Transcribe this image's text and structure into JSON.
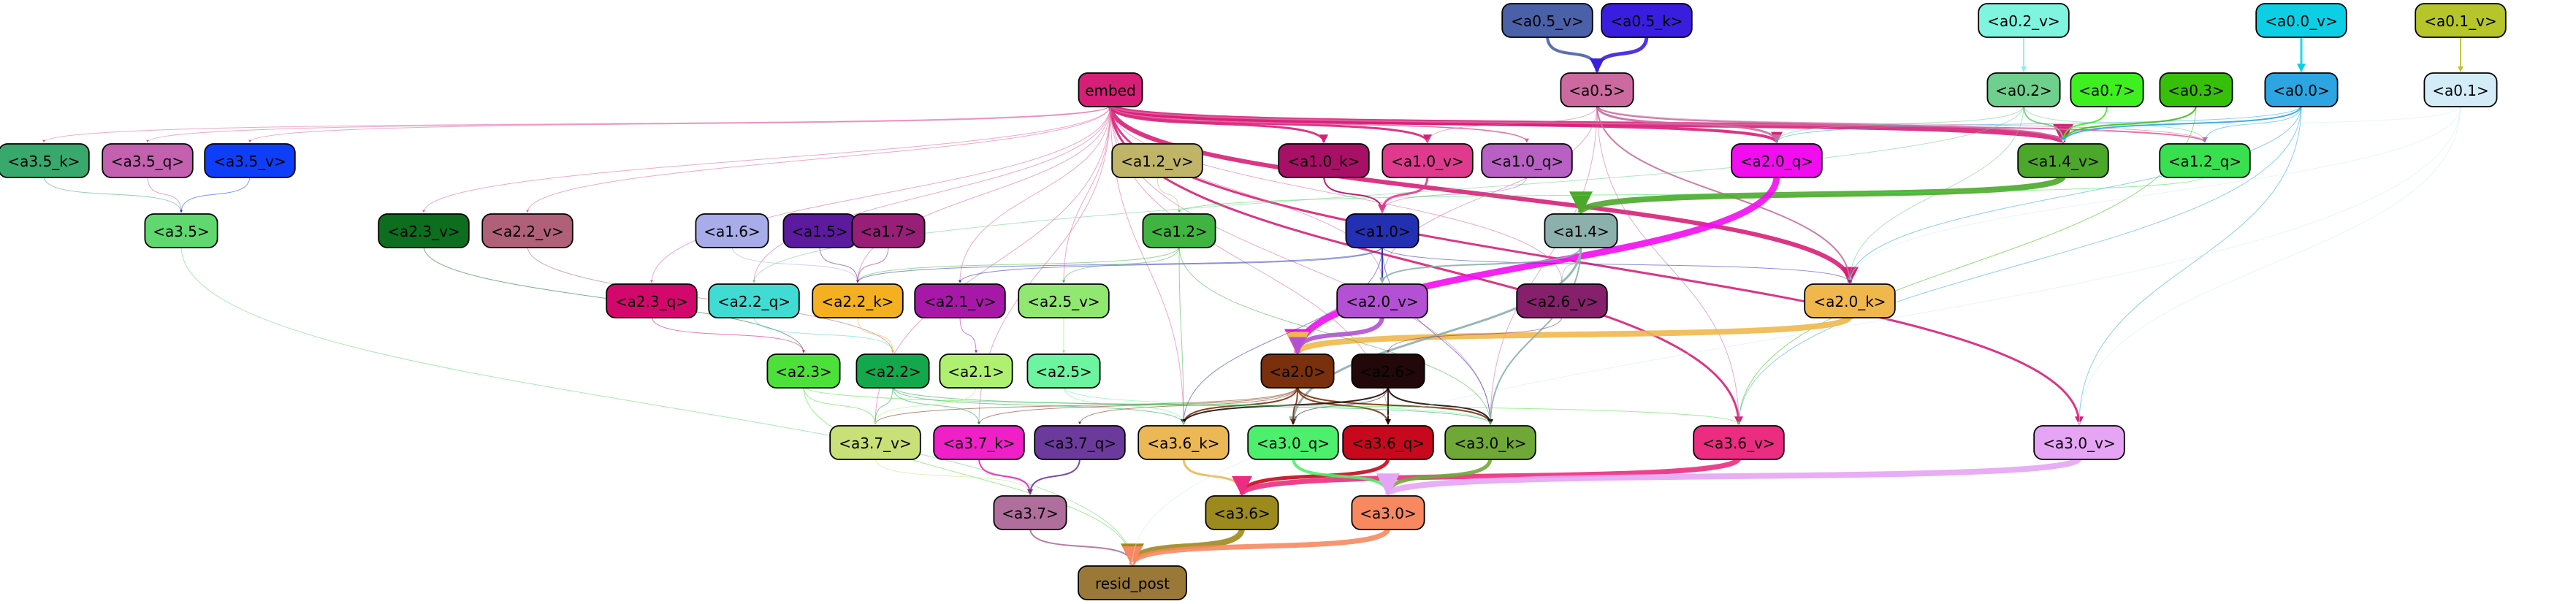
{
  "nodes": [
    {
      "id": "a0_5_v",
      "label": "<a0.5_v>",
      "color": "#4a60a8",
      "text": "#000000"
    },
    {
      "id": "a0_5_k",
      "label": "<a0.5_k>",
      "color": "#3a1ee0",
      "text": "#000000"
    },
    {
      "id": "a0_2_v",
      "label": "<a0.2_v>",
      "color": "#7ff5e0",
      "text": "#000000"
    },
    {
      "id": "a0_0_v",
      "label": "<a0.0_v>",
      "color": "#0ccfe6",
      "text": "#000000"
    },
    {
      "id": "a0_1_v",
      "label": "<a0.1_v>",
      "color": "#b5c52a",
      "text": "#000000"
    },
    {
      "id": "embed",
      "label": "embed",
      "color": "#d81f78",
      "text": "#000000"
    },
    {
      "id": "a0_5",
      "label": "<a0.5>",
      "color": "#cc6aa0",
      "text": "#000000"
    },
    {
      "id": "a0_2",
      "label": "<a0.2>",
      "color": "#6fcf8c",
      "text": "#000000"
    },
    {
      "id": "a0_7",
      "label": "<a0.7>",
      "color": "#3ef01f",
      "text": "#000000"
    },
    {
      "id": "a0_3",
      "label": "<a0.3>",
      "color": "#36c00a",
      "text": "#000000"
    },
    {
      "id": "a0_0",
      "label": "<a0.0>",
      "color": "#2ca5e2",
      "text": "#000000"
    },
    {
      "id": "a0_1",
      "label": "<a0.1>",
      "color": "#d4ecf8",
      "text": "#000000"
    },
    {
      "id": "a3_5_k",
      "label": "<a3.5_k>",
      "color": "#38a86c",
      "text": "#000000"
    },
    {
      "id": "a3_5_q",
      "label": "<a3.5_q>",
      "color": "#c460b0",
      "text": "#000000"
    },
    {
      "id": "a3_5_v",
      "label": "<a3.5_v>",
      "color": "#0f3ef8",
      "text": "#000000"
    },
    {
      "id": "a1_2_v",
      "label": "<a1.2_v>",
      "color": "#c0b468",
      "text": "#000000"
    },
    {
      "id": "a1_0_k",
      "label": "<a1.0_k>",
      "color": "#a80f66",
      "text": "#000000"
    },
    {
      "id": "a1_0_v",
      "label": "<a1.0_v>",
      "color": "#e03a8e",
      "text": "#000000"
    },
    {
      "id": "a1_0_q",
      "label": "<a1.0_q>",
      "color": "#b860c4",
      "text": "#000000"
    },
    {
      "id": "a2_0_q",
      "label": "<a2.0_q>",
      "color": "#f20cf0",
      "text": "#000000"
    },
    {
      "id": "a1_4_v",
      "label": "<a1.4_v>",
      "color": "#4ba82a",
      "text": "#000000"
    },
    {
      "id": "a1_2_q",
      "label": "<a1.2_q>",
      "color": "#38e050",
      "text": "#000000"
    },
    {
      "id": "a3_5",
      "label": "<a3.5>",
      "color": "#5fd870",
      "text": "#000000"
    },
    {
      "id": "a2_3_v",
      "label": "<a2.3_v>",
      "color": "#0c6e1e",
      "text": "#000000"
    },
    {
      "id": "a2_2_v",
      "label": "<a2.2_v>",
      "color": "#b06078",
      "text": "#000000"
    },
    {
      "id": "a1_6",
      "label": "<a1.6>",
      "color": "#a8ace8",
      "text": "#000000"
    },
    {
      "id": "a1_5",
      "label": "<a1.5>",
      "color": "#5c1a9e",
      "text": "#000000"
    },
    {
      "id": "a1_7",
      "label": "<a1.7>",
      "color": "#981e78",
      "text": "#000000"
    },
    {
      "id": "a1_2",
      "label": "<a1.2>",
      "color": "#40b440",
      "text": "#000000"
    },
    {
      "id": "a1_0",
      "label": "<a1.0>",
      "color": "#2430b4",
      "text": "#000000"
    },
    {
      "id": "a1_4",
      "label": "<a1.4>",
      "color": "#8cb0ac",
      "text": "#000000"
    },
    {
      "id": "a2_3_q",
      "label": "<a2.3_q>",
      "color": "#d4086c",
      "text": "#000000"
    },
    {
      "id": "a2_2_q",
      "label": "<a2.2_q>",
      "color": "#40dcd4",
      "text": "#000000"
    },
    {
      "id": "a2_2_k",
      "label": "<a2.2_k>",
      "color": "#f4b020",
      "text": "#000000"
    },
    {
      "id": "a2_1_v",
      "label": "<a2.1_v>",
      "color": "#a818a8",
      "text": "#000000"
    },
    {
      "id": "a2_5_v",
      "label": "<a2.5_v>",
      "color": "#90e870",
      "text": "#000000"
    },
    {
      "id": "a2_0_v",
      "label": "<a2.0_v>",
      "color": "#b450d4",
      "text": "#000000"
    },
    {
      "id": "a2_6_v",
      "label": "<a2.6_v>",
      "color": "#86206c",
      "text": "#000000"
    },
    {
      "id": "a2_0_k",
      "label": "<a2.0_k>",
      "color": "#f0b84c",
      "text": "#000000"
    },
    {
      "id": "a2_3",
      "label": "<a2.3>",
      "color": "#4ee03a",
      "text": "#000000"
    },
    {
      "id": "a2_2",
      "label": "<a2.2>",
      "color": "#14a84c",
      "text": "#000000"
    },
    {
      "id": "a2_1",
      "label": "<a2.1>",
      "color": "#b0f070",
      "text": "#000000"
    },
    {
      "id": "a2_5",
      "label": "<a2.5>",
      "color": "#6cf4a0",
      "text": "#000000"
    },
    {
      "id": "a2_0",
      "label": "<a2.0>",
      "color": "#7a300c",
      "text": "#000000"
    },
    {
      "id": "a2_6",
      "label": "<a2.6>",
      "color": "#220808",
      "text": "#000000"
    },
    {
      "id": "a3_7_v",
      "label": "<a3.7_v>",
      "color": "#c8e078",
      "text": "#000000"
    },
    {
      "id": "a3_7_k",
      "label": "<a3.7_k>",
      "color": "#f020c8",
      "text": "#000000"
    },
    {
      "id": "a3_7_q",
      "label": "<a3.7_q>",
      "color": "#6c3a9c",
      "text": "#000000"
    },
    {
      "id": "a3_6_k",
      "label": "<a3.6_k>",
      "color": "#ecb856",
      "text": "#000000"
    },
    {
      "id": "a3_0_q",
      "label": "<a3.0_q>",
      "color": "#4cf06c",
      "text": "#000000"
    },
    {
      "id": "a3_6_q",
      "label": "<a3.6_q>",
      "color": "#c8081c",
      "text": "#000000"
    },
    {
      "id": "a3_0_k",
      "label": "<a3.0_k>",
      "color": "#70a838",
      "text": "#000000"
    },
    {
      "id": "a3_6_v",
      "label": "<a3.6_v>",
      "color": "#ec2c80",
      "text": "#000000"
    },
    {
      "id": "a3_0_v",
      "label": "<a3.0_v>",
      "color": "#e6a4f4",
      "text": "#000000"
    },
    {
      "id": "a3_7",
      "label": "<a3.7>",
      "color": "#b06e9c",
      "text": "#000000"
    },
    {
      "id": "a3_6",
      "label": "<a3.6>",
      "color": "#9c8a1c",
      "text": "#000000"
    },
    {
      "id": "a3_0",
      "label": "<a3.0>",
      "color": "#f88860",
      "text": "#000000"
    },
    {
      "id": "resid_post",
      "label": "resid_post",
      "color": "#9a7838",
      "text": "#000000"
    }
  ],
  "edges": [
    {
      "from": "a0_5_v",
      "to": "a0_5",
      "color": "#4a60a8",
      "weight": 4
    },
    {
      "from": "a0_5_k",
      "to": "a0_5",
      "color": "#3a1ee0",
      "weight": 5
    },
    {
      "from": "a0_2_v",
      "to": "a0_2",
      "color": "#7ff5e0",
      "weight": 2
    },
    {
      "from": "a0_0_v",
      "to": "a0_0",
      "color": "#0ccfe6",
      "weight": 3
    },
    {
      "from": "a0_1_v",
      "to": "a0_1",
      "color": "#b5c52a",
      "weight": 2
    },
    {
      "from": "embed",
      "to": "a1_4_v",
      "color": "#d81f78",
      "weight": 7
    },
    {
      "from": "embed",
      "to": "a2_0_k",
      "color": "#d81f78",
      "weight": 6
    },
    {
      "from": "embed",
      "to": "a2_0_q",
      "color": "#d81f78",
      "weight": 4
    },
    {
      "from": "embed",
      "to": "a1_0_k",
      "color": "#d81f78",
      "weight": 3
    },
    {
      "from": "embed",
      "to": "a1_0_v",
      "color": "#d81f78",
      "weight": 3
    },
    {
      "from": "embed",
      "to": "a3_0_v",
      "color": "#d81f78",
      "weight": 3
    },
    {
      "from": "embed",
      "to": "a3_6_v",
      "color": "#d81f78",
      "weight": 3
    },
    {
      "from": "embed",
      "to": "a1_2_q",
      "color": "#e060a0",
      "weight": 2
    },
    {
      "from": "embed",
      "to": "a1_0_q",
      "color": "#e060a0",
      "weight": 1.5
    },
    {
      "from": "embed",
      "to": "a3_5_v",
      "color": "#e060a0",
      "weight": 1
    },
    {
      "from": "embed",
      "to": "a3_5_q",
      "color": "#e060a0",
      "weight": 1
    },
    {
      "from": "embed",
      "to": "a3_5_k",
      "color": "#e060a0",
      "weight": 1
    },
    {
      "from": "embed",
      "to": "a2_3_v",
      "color": "#e060a0",
      "weight": 1
    },
    {
      "from": "embed",
      "to": "a2_2_v",
      "color": "#e060a0",
      "weight": 1
    },
    {
      "from": "embed",
      "to": "a2_3_q",
      "color": "#e060a0",
      "weight": 1
    },
    {
      "from": "embed",
      "to": "a2_2_q",
      "color": "#e060a0",
      "weight": 1
    },
    {
      "from": "embed",
      "to": "a2_2_k",
      "color": "#e060a0",
      "weight": 1
    },
    {
      "from": "embed",
      "to": "a2_1_v",
      "color": "#e060a0",
      "weight": 1
    },
    {
      "from": "embed",
      "to": "a2_5_v",
      "color": "#e060a0",
      "weight": 1
    },
    {
      "from": "embed",
      "to": "a3_7_v",
      "color": "#e060a0",
      "weight": 1
    },
    {
      "from": "embed",
      "to": "a3_7_k",
      "color": "#e060a0",
      "weight": 1
    },
    {
      "from": "embed",
      "to": "a3_6_k",
      "color": "#e060a0",
      "weight": 1
    },
    {
      "from": "embed",
      "to": "a3_6_q",
      "color": "#e060a0",
      "weight": 1
    },
    {
      "from": "embed",
      "to": "a3_0_k",
      "color": "#e060a0",
      "weight": 1
    },
    {
      "from": "embed",
      "to": "a2_0_v",
      "color": "#e060a0",
      "weight": 1
    },
    {
      "from": "embed",
      "to": "a2_6_v",
      "color": "#e060a0",
      "weight": 1
    },
    {
      "from": "a0_5",
      "to": "a2_0_q",
      "color": "#cc6aa0",
      "weight": 3
    },
    {
      "from": "a0_5",
      "to": "a1_4_v",
      "color": "#cc6aa0",
      "weight": 2
    },
    {
      "from": "a0_5",
      "to": "a2_0_k",
      "color": "#cc6aa0",
      "weight": 2
    },
    {
      "from": "a0_5",
      "to": "a1_0_v",
      "color": "#cc6aa0",
      "weight": 1
    },
    {
      "from": "a0_5",
      "to": "a1_2_q",
      "color": "#cc6aa0",
      "weight": 1
    },
    {
      "from": "a0_5",
      "to": "a3_6_v",
      "color": "#cc6aa0",
      "weight": 1
    },
    {
      "from": "a0_5",
      "to": "a2_0_v",
      "color": "#cc6aa0",
      "weight": 1
    },
    {
      "from": "a0_5",
      "to": "a3_0_k",
      "color": "#cc6aa0",
      "weight": 1
    },
    {
      "from": "a0_2",
      "to": "a1_4_v",
      "color": "#6fcf8c",
      "weight": 2
    },
    {
      "from": "a0_2",
      "to": "a1_2_q",
      "color": "#6fcf8c",
      "weight": 1
    },
    {
      "from": "a0_2",
      "to": "a2_0_k",
      "color": "#6fcf8c",
      "weight": 1
    },
    {
      "from": "a0_2",
      "to": "a2_0_q",
      "color": "#6fcf8c",
      "weight": 1
    },
    {
      "from": "a0_2",
      "to": "a2_2_q",
      "color": "#6fcf8c",
      "weight": 1
    },
    {
      "from": "a0_7",
      "to": "a1_4_v",
      "color": "#3ef01f",
      "weight": 2
    },
    {
      "from": "a0_3",
      "to": "a1_4_v",
      "color": "#36c00a",
      "weight": 2
    },
    {
      "from": "a0_3",
      "to": "a3_6_v",
      "color": "#36c00a",
      "weight": 1
    },
    {
      "from": "a0_0",
      "to": "a1_4_v",
      "color": "#2ca5e2",
      "weight": 2
    },
    {
      "from": "a0_0",
      "to": "a1_2_q",
      "color": "#2ca5e2",
      "weight": 1
    },
    {
      "from": "a0_0",
      "to": "a2_0_k",
      "color": "#2ca5e2",
      "weight": 1
    },
    {
      "from": "a0_0",
      "to": "a3_0_v",
      "color": "#2ca5e2",
      "weight": 1
    },
    {
      "from": "a0_0",
      "to": "a3_6_v",
      "color": "#2ca5e2",
      "weight": 1
    },
    {
      "from": "a0_0",
      "to": "a2_0_q",
      "color": "#2ca5e2",
      "weight": 1
    },
    {
      "from": "a0_1",
      "to": "a1_4_v",
      "color": "#d4ecf8",
      "weight": 1
    },
    {
      "from": "a0_1",
      "to": "a3_0_v",
      "color": "#d4ecf8",
      "weight": 1
    },
    {
      "from": "a0_1",
      "to": "a2_0_k",
      "color": "#d4ecf8",
      "weight": 1
    },
    {
      "from": "a3_5_k",
      "to": "a3_5",
      "color": "#38a86c",
      "weight": 1
    },
    {
      "from": "a3_5_q",
      "to": "a3_5",
      "color": "#c460b0",
      "weight": 1
    },
    {
      "from": "a3_5_v",
      "to": "a3_5",
      "color": "#0f3ef8",
      "weight": 1
    },
    {
      "from": "a3_5",
      "to": "resid_post",
      "color": "#5fd870",
      "weight": 1
    },
    {
      "from": "a1_2_v",
      "to": "a1_2",
      "color": "#c0b468",
      "weight": 1
    },
    {
      "from": "a1_0_k",
      "to": "a1_0",
      "color": "#a80f66",
      "weight": 2
    },
    {
      "from": "a1_0_v",
      "to": "a1_0",
      "color": "#e03a8e",
      "weight": 3
    },
    {
      "from": "a1_0_q",
      "to": "a1_0",
      "color": "#b860c4",
      "weight": 1
    },
    {
      "from": "a1_4_v",
      "to": "a1_4",
      "color": "#4ba82a",
      "weight": 8
    },
    {
      "from": "a1_2_q",
      "to": "a1_2",
      "color": "#38e050",
      "weight": 1
    },
    {
      "from": "a2_0_q",
      "to": "a2_0",
      "color": "#f20cf0",
      "weight": 9
    },
    {
      "from": "a2_0_k",
      "to": "a2_0",
      "color": "#f0b84c",
      "weight": 8
    },
    {
      "from": "a2_0_v",
      "to": "a2_0",
      "color": "#b450d4",
      "weight": 6
    },
    {
      "from": "a1_0",
      "to": "a2_0_v",
      "color": "#2430b4",
      "weight": 2
    },
    {
      "from": "a1_0",
      "to": "a2_1_v",
      "color": "#2430b4",
      "weight": 1
    },
    {
      "from": "a1_0",
      "to": "a2_2_k",
      "color": "#2430b4",
      "weight": 1
    },
    {
      "from": "a1_0",
      "to": "a2_0_k",
      "color": "#2430b4",
      "weight": 1
    },
    {
      "from": "a1_0",
      "to": "a3_0_k",
      "color": "#2430b4",
      "weight": 1
    },
    {
      "from": "a1_0",
      "to": "a3_6_k",
      "color": "#2430b4",
      "weight": 1
    },
    {
      "from": "a1_4",
      "to": "a2_0_v",
      "color": "#8cb0ac",
      "weight": 2
    },
    {
      "from": "a1_4",
      "to": "a3_0_q",
      "color": "#8cb0ac",
      "weight": 3
    },
    {
      "from": "a1_4",
      "to": "a3_0_k",
      "color": "#8cb0ac",
      "weight": 2
    },
    {
      "from": "a1_4",
      "to": "a2_6_v",
      "color": "#8cb0ac",
      "weight": 1
    },
    {
      "from": "a1_2",
      "to": "a2_2_k",
      "color": "#40b440",
      "weight": 1
    },
    {
      "from": "a1_2",
      "to": "a2_5_v",
      "color": "#40b440",
      "weight": 1
    },
    {
      "from": "a1_2",
      "to": "a3_6_k",
      "color": "#40b440",
      "weight": 1
    },
    {
      "from": "a1_6",
      "to": "a2_2_k",
      "color": "#a8ace8",
      "weight": 1
    },
    {
      "from": "a1_5",
      "to": "a2_2_k",
      "color": "#5c1a9e",
      "weight": 1
    },
    {
      "from": "a1_7",
      "to": "a2_2_k",
      "color": "#981e78",
      "weight": 1
    },
    {
      "from": "a2_3_v",
      "to": "a2_3",
      "color": "#0c6e1e",
      "weight": 1
    },
    {
      "from": "a2_2_v",
      "to": "a2_2",
      "color": "#b06078",
      "weight": 1
    },
    {
      "from": "a2_3_q",
      "to": "a2_3",
      "color": "#d4086c",
      "weight": 1
    },
    {
      "from": "a2_2_q",
      "to": "a2_2",
      "color": "#40dcd4",
      "weight": 1
    },
    {
      "from": "a2_2_k",
      "to": "a2_2",
      "color": "#f4b020",
      "weight": 1
    },
    {
      "from": "a2_1_v",
      "to": "a2_1",
      "color": "#a818a8",
      "weight": 1
    },
    {
      "from": "a2_5_v",
      "to": "a2_5",
      "color": "#90e870",
      "weight": 1
    },
    {
      "from": "a2_6_v",
      "to": "a2_6",
      "color": "#86206c",
      "weight": 1
    },
    {
      "from": "a2_0",
      "to": "a3_0_k",
      "color": "#7a300c",
      "weight": 2
    },
    {
      "from": "a2_0",
      "to": "a3_6_k",
      "color": "#7a300c",
      "weight": 2
    },
    {
      "from": "a2_0",
      "to": "a3_6_q",
      "color": "#7a300c",
      "weight": 2
    },
    {
      "from": "a2_0",
      "to": "a3_0_q",
      "color": "#7a300c",
      "weight": 2
    },
    {
      "from": "a2_0",
      "to": "a3_7_k",
      "color": "#7a300c",
      "weight": 1
    },
    {
      "from": "a2_0",
      "to": "a3_7_q",
      "color": "#7a300c",
      "weight": 1
    },
    {
      "from": "a2_0",
      "to": "a3_7_v",
      "color": "#7a300c",
      "weight": 1
    },
    {
      "from": "a2_6",
      "to": "a3_0_k",
      "color": "#220808",
      "weight": 2
    },
    {
      "from": "a2_6",
      "to": "a3_6_k",
      "color": "#220808",
      "weight": 2
    },
    {
      "from": "a2_6",
      "to": "a3_6_q",
      "color": "#220808",
      "weight": 2
    },
    {
      "from": "a2_6",
      "to": "a3_0_q",
      "color": "#220808",
      "weight": 1
    },
    {
      "from": "a2_3",
      "to": "a3_7_v",
      "color": "#4ee03a",
      "weight": 1
    },
    {
      "from": "a2_3",
      "to": "a3_6_v",
      "color": "#4ee03a",
      "weight": 1
    },
    {
      "from": "a2_3",
      "to": "resid_post",
      "color": "#4ee03a",
      "weight": 1
    },
    {
      "from": "a2_2",
      "to": "a3_7_v",
      "color": "#14a84c",
      "weight": 1
    },
    {
      "from": "a2_2",
      "to": "a3_7_k",
      "color": "#14a84c",
      "weight": 1
    },
    {
      "from": "a2_2",
      "to": "a3_0_k",
      "color": "#14a84c",
      "weight": 1
    },
    {
      "from": "a2_2",
      "to": "a3_6_k",
      "color": "#14a84c",
      "weight": 1
    },
    {
      "from": "a2_1",
      "to": "a3_7_v",
      "color": "#b0f070",
      "weight": 1
    },
    {
      "from": "a2_5",
      "to": "a3_6_k",
      "color": "#6cf4a0",
      "weight": 1
    },
    {
      "from": "a2_5",
      "to": "a3_0_k",
      "color": "#6cf4a0",
      "weight": 1
    },
    {
      "from": "a3_7_v",
      "to": "a3_7",
      "color": "#c8e078",
      "weight": 1
    },
    {
      "from": "a3_7_k",
      "to": "a3_7",
      "color": "#f020c8",
      "weight": 2
    },
    {
      "from": "a3_7_q",
      "to": "a3_7",
      "color": "#6c3a9c",
      "weight": 2
    },
    {
      "from": "a3_6_k",
      "to": "a3_6",
      "color": "#ecb856",
      "weight": 3
    },
    {
      "from": "a3_6_q",
      "to": "a3_6",
      "color": "#c8081c",
      "weight": 5
    },
    {
      "from": "a3_6_v",
      "to": "a3_6",
      "color": "#ec2c80",
      "weight": 7
    },
    {
      "from": "a3_0_q",
      "to": "a3_0",
      "color": "#4cf06c",
      "weight": 4
    },
    {
      "from": "a3_0_k",
      "to": "a3_0",
      "color": "#70a838",
      "weight": 5
    },
    {
      "from": "a3_0_v",
      "to": "a3_0",
      "color": "#e6a4f4",
      "weight": 8
    },
    {
      "from": "a3_7",
      "to": "resid_post",
      "color": "#b06e9c",
      "weight": 2
    },
    {
      "from": "a3_6",
      "to": "resid_post",
      "color": "#9c8a1c",
      "weight": 8
    },
    {
      "from": "a3_0",
      "to": "resid_post",
      "color": "#f88860",
      "weight": 7
    },
    {
      "from": "a0_1",
      "to": "resid_post",
      "color": "#d4ecf8",
      "weight": 1
    },
    {
      "from": "a1_2",
      "to": "a3_0_k",
      "color": "#40b440",
      "weight": 1
    }
  ]
}
